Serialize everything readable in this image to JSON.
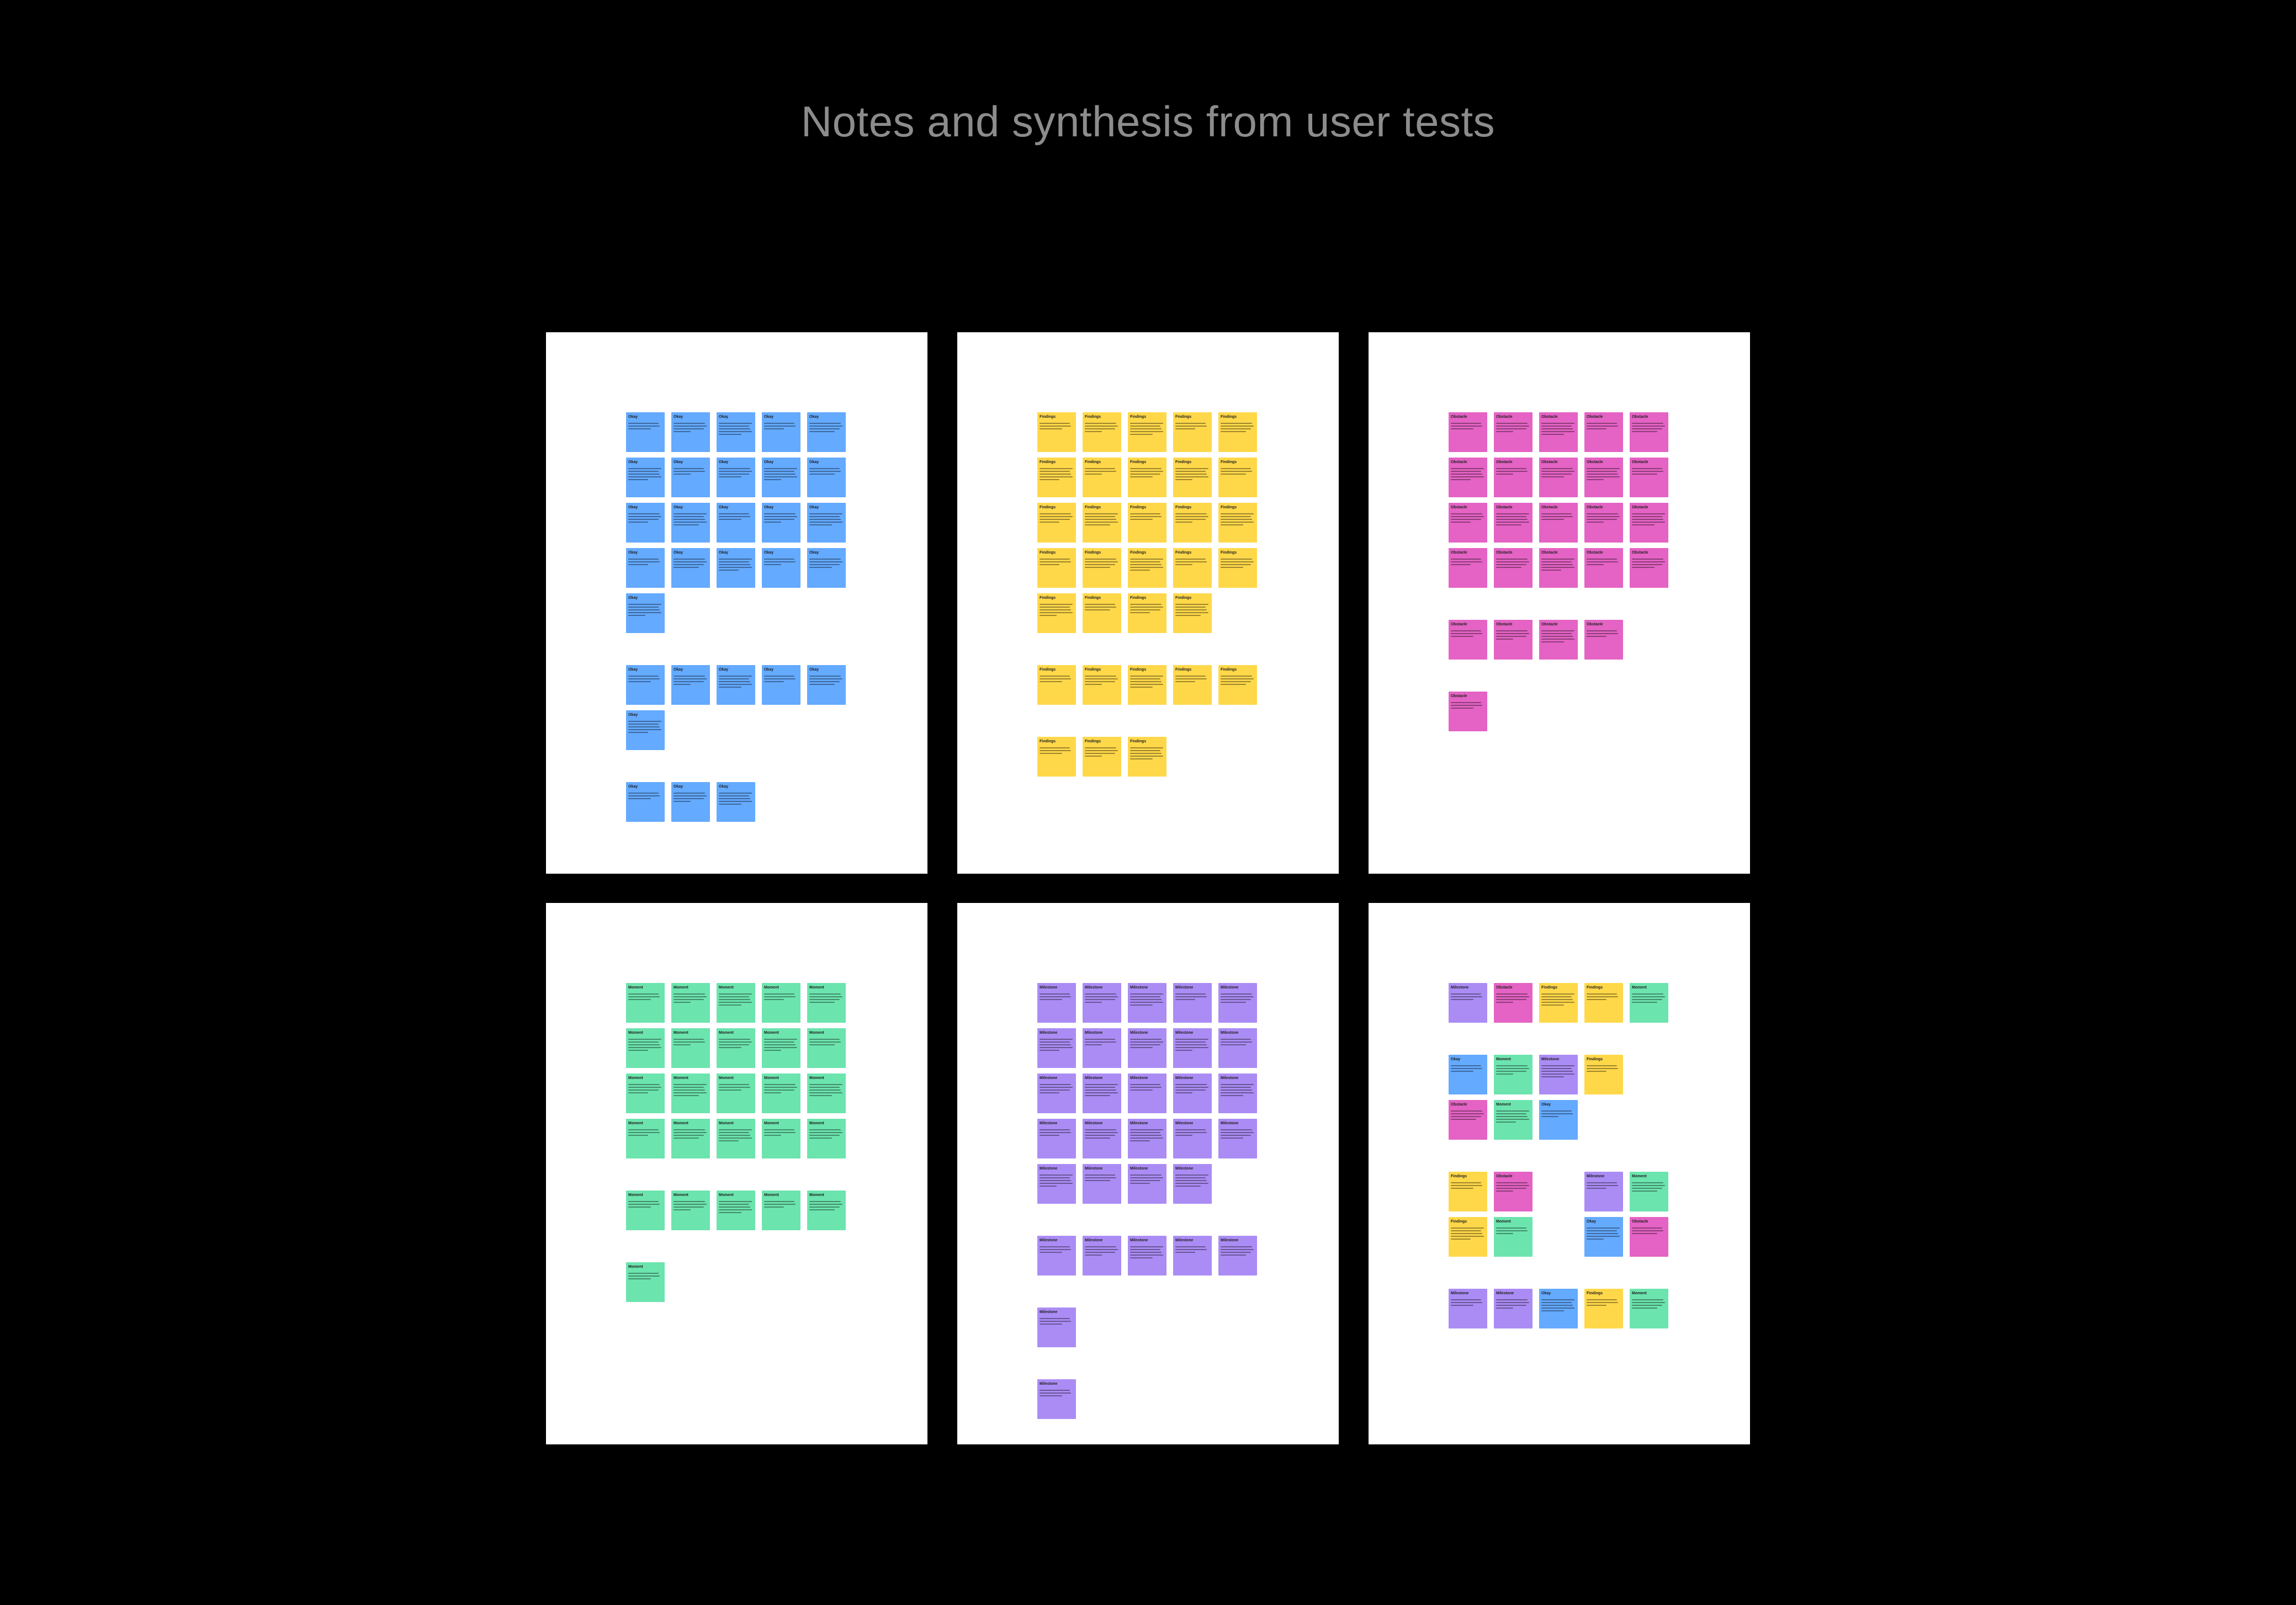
{
  "title": "Notes and synthesis from user tests",
  "colors": {
    "background": "#000000",
    "board": "#ffffff",
    "title": "#8c8c8c",
    "blue": "#64aaff",
    "yellow": "#ffd84a",
    "pink": "#e463c4",
    "green": "#6ce4ae",
    "purple": "#ab8cf4"
  },
  "labels": {
    "blue": "Okay",
    "yellow": "Findings",
    "pink": "Obstacle",
    "green": "Moment",
    "purple": "Milestone"
  },
  "boards": [
    {
      "name": "board-1",
      "color": "blue",
      "groups": [
        {
          "cols": 5,
          "count": 21
        },
        {
          "cols": 5,
          "count": 6
        },
        {
          "cols": 3,
          "count": 3
        }
      ]
    },
    {
      "name": "board-2",
      "color": "yellow",
      "groups": [
        {
          "cols": 5,
          "count": 24
        },
        {
          "cols": 5,
          "count": 5
        },
        {
          "cols": 3,
          "count": 3
        }
      ]
    },
    {
      "name": "board-3",
      "color": "pink",
      "groups": [
        {
          "cols": 5,
          "count": 20
        },
        {
          "cols": 4,
          "count": 4
        },
        {
          "cols": 1,
          "count": 1
        }
      ]
    },
    {
      "name": "board-4",
      "color": "green",
      "groups": [
        {
          "cols": 5,
          "count": 20
        },
        {
          "cols": 5,
          "count": 5
        },
        {
          "cols": 1,
          "count": 1
        }
      ]
    },
    {
      "name": "board-5",
      "color": "purple",
      "groups": [
        {
          "cols": 5,
          "count": 24
        },
        {
          "cols": 5,
          "count": 5
        },
        {
          "cols": 1,
          "count": 1
        },
        {
          "cols": 1,
          "count": 1
        }
      ]
    },
    {
      "name": "board-6",
      "color": "mixed",
      "groups": [
        {
          "cols": 5,
          "colors": [
            "purple",
            "pink",
            "yellow",
            "yellow",
            "green"
          ]
        },
        {
          "cols": 4,
          "colors": [
            "blue",
            "green",
            "purple",
            "yellow",
            "pink",
            "green",
            "blue"
          ]
        },
        {
          "cols": 5,
          "colors": [
            "yellow",
            "pink",
            null,
            "purple",
            "green",
            "yellow",
            "green",
            null,
            "blue",
            "pink"
          ]
        },
        {
          "cols": 5,
          "colors": [
            "purple",
            "purple",
            "blue",
            "yellow",
            "green"
          ]
        }
      ]
    }
  ]
}
